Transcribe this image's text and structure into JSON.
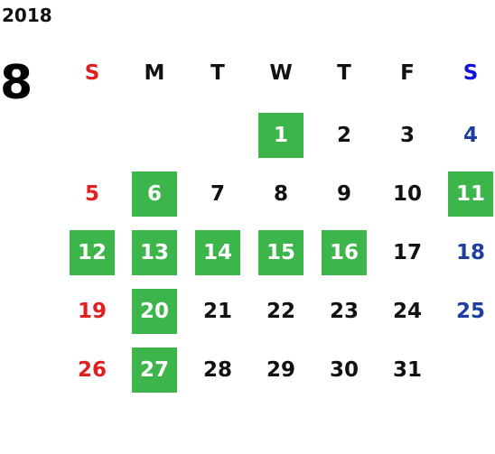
{
  "year": "2018",
  "month": "8",
  "weekdays": [
    "S",
    "M",
    "T",
    "W",
    "T",
    "F",
    "S"
  ],
  "colors": {
    "sunday": "#e02020",
    "saturday": "#1e3fa0",
    "saturday_header": "#1010e0",
    "weekday": "#111111",
    "highlight_bg": "#3cb54a",
    "highlight_text": "#ffffff"
  },
  "weeks": [
    [
      null,
      null,
      null,
      {
        "d": "1",
        "hl": true
      },
      {
        "d": "2"
      },
      {
        "d": "3"
      },
      {
        "d": "4"
      }
    ],
    [
      {
        "d": "5"
      },
      {
        "d": "6",
        "hl": true
      },
      {
        "d": "7"
      },
      {
        "d": "8"
      },
      {
        "d": "9"
      },
      {
        "d": "10"
      },
      {
        "d": "11",
        "hl": true
      }
    ],
    [
      {
        "d": "12",
        "hl": true
      },
      {
        "d": "13",
        "hl": true
      },
      {
        "d": "14",
        "hl": true
      },
      {
        "d": "15",
        "hl": true
      },
      {
        "d": "16",
        "hl": true
      },
      {
        "d": "17"
      },
      {
        "d": "18"
      }
    ],
    [
      {
        "d": "19"
      },
      {
        "d": "20",
        "hl": true
      },
      {
        "d": "21"
      },
      {
        "d": "22"
      },
      {
        "d": "23"
      },
      {
        "d": "24"
      },
      {
        "d": "25"
      }
    ],
    [
      {
        "d": "26"
      },
      {
        "d": "27",
        "hl": true
      },
      {
        "d": "28"
      },
      {
        "d": "29"
      },
      {
        "d": "30"
      },
      {
        "d": "31"
      },
      null
    ]
  ]
}
